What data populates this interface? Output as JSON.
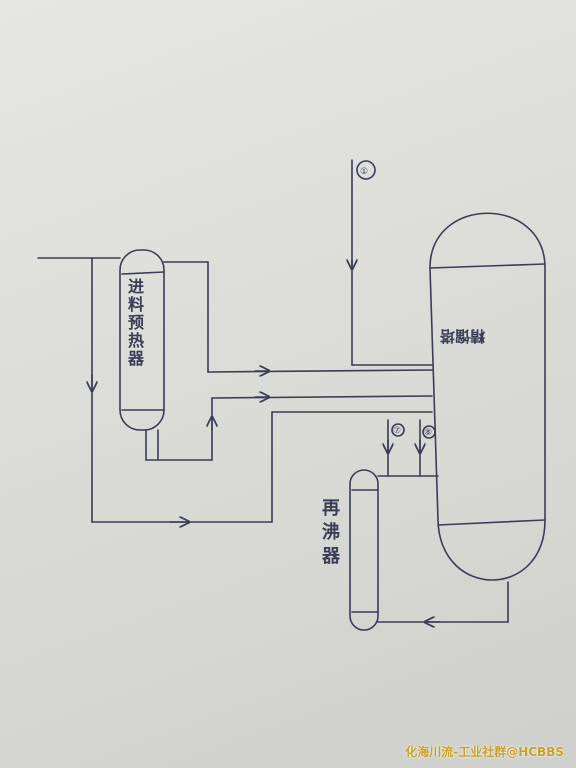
{
  "vessels": {
    "preheater": "进料预热器",
    "reboiler": "再沸器",
    "column": "精馏塔"
  },
  "stream_labels": {
    "feed_marker": "①",
    "marker_left": "⑦",
    "marker_right": "⑧"
  },
  "watermark": "化海川流-工业社群@HCBBS",
  "colors": {
    "ink": "#3a3d55",
    "paper": "#e2e2de",
    "watermark": "#c9a227"
  }
}
